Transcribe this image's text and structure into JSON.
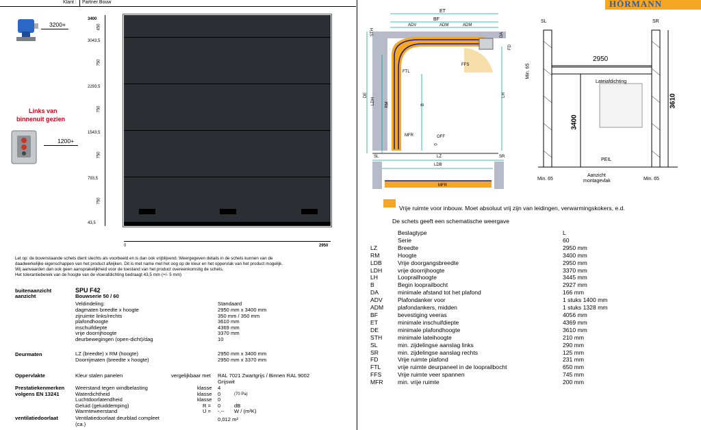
{
  "header": {
    "klant_label": "Klant :",
    "klant_value": "Partner Bouw",
    "brand": "HÖRMANN"
  },
  "left": {
    "motor_height": "3200+",
    "switch_height": "1200+",
    "warning_text_1": "Links van",
    "warning_text_2": "binnenuit gezien",
    "door_ticks": [
      "3400",
      "3043,5",
      "2293,5",
      "1543,5",
      "793,5",
      "43,5"
    ],
    "panel_heights": [
      "450",
      "750",
      "750",
      "750",
      "750"
    ],
    "width_start": "0",
    "width_end": "2950",
    "note_lines": [
      "Let op: de bovenstaande schets dient slechts als voorbeeld en is dan ook vrijblijvend. Weergegeven details in de schets kunnen van de",
      "daadwerkelijke eigenschappen van het product afwijken. Dit is met name met het oog op de kleur en het oppervlak van het product mogelijk.",
      "Wij aanvaarden dan ook geen aansprakelijkheid voor de toestand van het product overeenkomstig de schets.",
      "Het tolerantiebereik van de hoogte van de vloerafdichting bedraagt 43,5 mm (+/- 5 mm)"
    ],
    "view_label_1": "buitenaanzicht",
    "view_label_2": "aanzicht",
    "product": "SPU F42",
    "series": "Bouwserie 50 / 60",
    "specs": [
      {
        "label": "Veldindeling:",
        "value": "Standaard"
      },
      {
        "label": "dagmaten breedte x hoogte",
        "value": "2950 mm x 3400 mm"
      },
      {
        "label": "zijruimte links/rechts",
        "value": "350 mm / 350 mm"
      },
      {
        "label": "plafondhoogte",
        "value": "3610 mm"
      },
      {
        "label": "inschuifdiepte",
        "value": "4369 mm"
      },
      {
        "label": "vrije doorrijhoogte",
        "value": "3370 mm"
      },
      {
        "label": "deurbewegingen (open-dicht)/dag",
        "value": "10"
      }
    ],
    "deurmaten_label": "Deurmaten",
    "deurmaten": [
      {
        "label": "LZ (breedte) x RM (hoogte)",
        "value": "2950 mm x 3400 mm"
      },
      {
        "label": "Doorrijmaten (breedte x hoogte)",
        "value": "2950 mm x 3370 mm"
      }
    ],
    "oppervlakte_label": "Oppervlakte",
    "kleur_label": "Kleur stalen panelen",
    "kleur_mid": "vergelijkbaar met",
    "kleur_value": "RAL 7021 Zwartgrijs / Binnen RAL 9002",
    "kleur_value2": "Grijswit",
    "prestatie_label_1": "Prestatiekenmerken",
    "prestatie_label_2": "volgens EN 13241",
    "prestaties": [
      {
        "label": "Weerstand tegen windbelasting",
        "unit": "klasse",
        "value": "4",
        "extra": ""
      },
      {
        "label": "Waterdichtheid",
        "unit": "klasse",
        "value": "0",
        "extra": "(70 Pa)"
      },
      {
        "label": "Luchtdoorlatendheid",
        "unit": "klasse",
        "value": "0",
        "extra": ""
      },
      {
        "label": "Geluid (geluiddemping)",
        "unit": "R =",
        "value": "0",
        "extra": "dB"
      },
      {
        "label": "Warmteweerstand",
        "unit": "U =",
        "value": "-.--",
        "extra": "W / (m²K)"
      }
    ],
    "ventilatie_label": "ventilatiedoorlaat",
    "ventilatie_text": "Ventilatiedoorlaat deurblad compleet",
    "ventilatie_text2": "(ca.)",
    "ventilatie_value": "0,012 m²"
  },
  "right": {
    "diagram_labels": {
      "et": "ET",
      "bf": "BF",
      "adv": "ADV",
      "adm1": "ADM",
      "adm2": "ADM",
      "sth": "STH",
      "da": "DA",
      "fd": "FD",
      "ffs": "FFS",
      "ftl": "FTL",
      "de": "DE",
      "ldh": "LDH",
      "rm": "RM",
      "b": "B",
      "lh": "LH",
      "mfr": "MFR",
      "off": "OFF",
      "zero": "0",
      "sl": "SL",
      "sr": "SR",
      "lz": "LZ",
      "ldb": "LDB",
      "sl2": "SL",
      "sr2": "SR",
      "width2950": "2950",
      "min65a": "Min. 65",
      "h3400": "3400",
      "h3610": "3610",
      "lateiafdichting": "Lateiafdichting",
      "peil": "PEIL",
      "min65b": "Min. 65",
      "min65c": "Min. 65",
      "aanzicht_1": "Aanzicht",
      "aanzicht_2": "montagevlak"
    },
    "legend_text": "Vrije ruimte voor inbouw. Moet absoluut vrij zijn van leidingen, verwarmingskokers, e.d.",
    "legend_color": "#f5a623",
    "schema_note": "De schets geeft een schematische weergave",
    "parameters": [
      {
        "code": "",
        "label": "Beslagtype",
        "value": "L"
      },
      {
        "code": "",
        "label": "Serie",
        "value": "60"
      },
      {
        "code": "LZ",
        "label": "Breedte",
        "value": "2950 mm"
      },
      {
        "code": "RM",
        "label": "Hoogte",
        "value": "3400 mm"
      },
      {
        "code": "LDB",
        "label": "Vrije doorgangsbreedte",
        "value": "2950 mm"
      },
      {
        "code": "LDH",
        "label": "vrije doorrijhoogte",
        "value": "3370 mm"
      },
      {
        "code": "LH",
        "label": "Looprailhoogte",
        "value": "3445 mm"
      },
      {
        "code": "B",
        "label": "Begin looprailbocht",
        "value": "2927 mm"
      },
      {
        "code": "DA",
        "label": "minimale afstand tot het plafond",
        "value": "166 mm"
      },
      {
        "code": "ADV",
        "label": "Plafondanker voor",
        "value": "1 stuks  1400 mm"
      },
      {
        "code": "ADM",
        "label": "plafondankers, midden",
        "value": "1 stuks  1328 mm"
      },
      {
        "code": "BF",
        "label": "bevestiging veeras",
        "value": "4056 mm"
      },
      {
        "code": "ET",
        "label": "minimale inschuifdiepte",
        "value": "4369 mm"
      },
      {
        "code": "DE",
        "label": "minimale plafondhoogte",
        "value": "3610 mm"
      },
      {
        "code": "STH",
        "label": "minimale lateihoogte",
        "value": "210 mm"
      },
      {
        "code": "SL",
        "label": "min. zijdelingse aanslag links",
        "value": "290 mm"
      },
      {
        "code": "SR",
        "label": "min. zijdelingse aanslag rechts",
        "value": "125 mm"
      },
      {
        "code": "FD",
        "label": "Vrije ruimte plafond",
        "value": "231 mm"
      },
      {
        "code": "FTL",
        "label": "vrije ruimte deurpaneel in de looprailbocht",
        "value": "650 mm"
      },
      {
        "code": "FFS",
        "label": "Vrije ruimte veer spannen",
        "value": "745 mm"
      },
      {
        "code": "MFR",
        "label": "min. vrije ruimte",
        "value": "200 mm"
      }
    ]
  }
}
